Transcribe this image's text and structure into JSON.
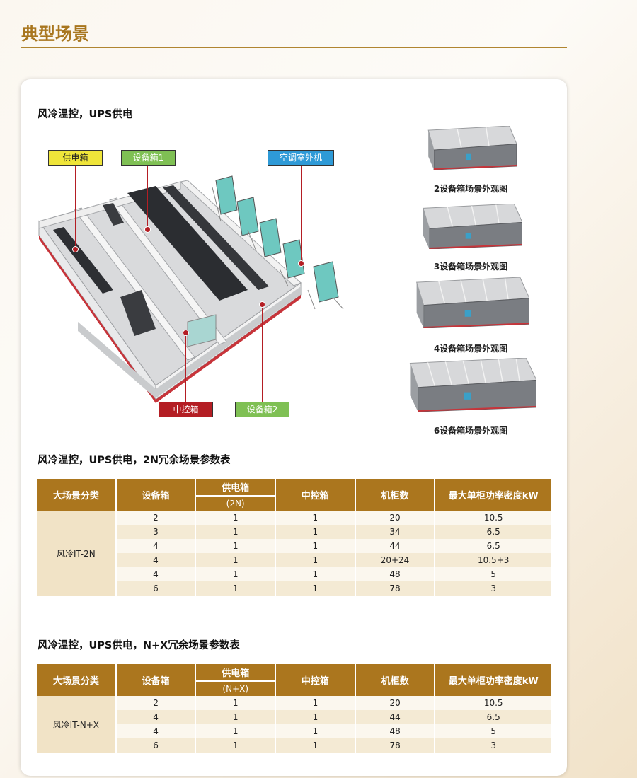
{
  "page": {
    "title": "典型场景"
  },
  "section1": {
    "heading": "风冷温控，UPS供电",
    "labels": {
      "power_box": "供电箱",
      "equipment_box_1": "设备箱1",
      "ac_outdoor_unit": "空调室外机",
      "control_box": "中控箱",
      "equipment_box_2": "设备箱2"
    },
    "thumbnails": [
      {
        "caption": "2设备箱场景外观图",
        "units": 2
      },
      {
        "caption": "3设备箱场景外观图",
        "units": 3
      },
      {
        "caption": "4设备箱场景外观图",
        "units": 4
      },
      {
        "caption": "6设备箱场景外观图",
        "units": 6
      }
    ]
  },
  "table1": {
    "heading": "风冷温控，UPS供电，2N冗余场景参数表",
    "headers": {
      "category": "大场景分类",
      "equipment_box": "设备箱",
      "power_box": "供电箱",
      "power_box_sub": "(2N)",
      "control_box": "中控箱",
      "cabinets": "机柜数",
      "max_density": "最大单柜功率密度kW"
    },
    "category": "风冷IT-2N",
    "rows": [
      [
        "2",
        "1",
        "1",
        "20",
        "10.5"
      ],
      [
        "3",
        "1",
        "1",
        "34",
        "6.5"
      ],
      [
        "4",
        "1",
        "1",
        "44",
        "6.5"
      ],
      [
        "4",
        "1",
        "1",
        "20+24",
        "10.5+3"
      ],
      [
        "4",
        "1",
        "1",
        "48",
        "5"
      ],
      [
        "6",
        "1",
        "1",
        "78",
        "3"
      ]
    ]
  },
  "table2": {
    "heading": "风冷温控，UPS供电，N+X冗余场景参数表",
    "headers": {
      "category": "大场景分类",
      "equipment_box": "设备箱",
      "power_box": "供电箱",
      "power_box_sub": "(N+X)",
      "control_box": "中控箱",
      "cabinets": "机柜数",
      "max_density": "最大单柜功率密度kW"
    },
    "category": "风冷IT-N+X",
    "rows": [
      [
        "2",
        "1",
        "1",
        "20",
        "10.5"
      ],
      [
        "4",
        "1",
        "1",
        "44",
        "6.5"
      ],
      [
        "4",
        "1",
        "1",
        "48",
        "5"
      ],
      [
        "6",
        "1",
        "1",
        "78",
        "3"
      ]
    ]
  },
  "colors": {
    "accent": "#ab761e",
    "title": "#a8761e",
    "row_light": "#fbf7ee",
    "row_dark": "#f4ead4",
    "label_red": "#b41e24"
  }
}
